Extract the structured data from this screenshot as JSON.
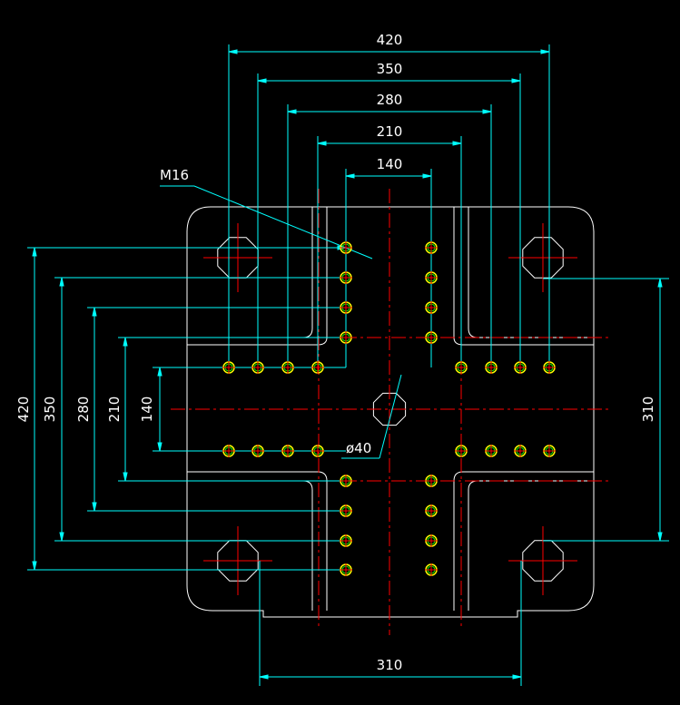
{
  "colors": {
    "background": "#000000",
    "outline": "#ffffff",
    "dimension": "#00ffff",
    "centerline": "#ff0000",
    "hole_ring": "#ffff00",
    "hole_inner": "#00ff00",
    "label": "#ffffff"
  },
  "dimensions": {
    "top": [
      "420",
      "350",
      "280",
      "210",
      "140"
    ],
    "left": [
      "420",
      "350",
      "280",
      "210",
      "140"
    ],
    "right": "310",
    "bottom": "310"
  },
  "callouts": {
    "thread": "M16",
    "center_hole": "ø40"
  }
}
